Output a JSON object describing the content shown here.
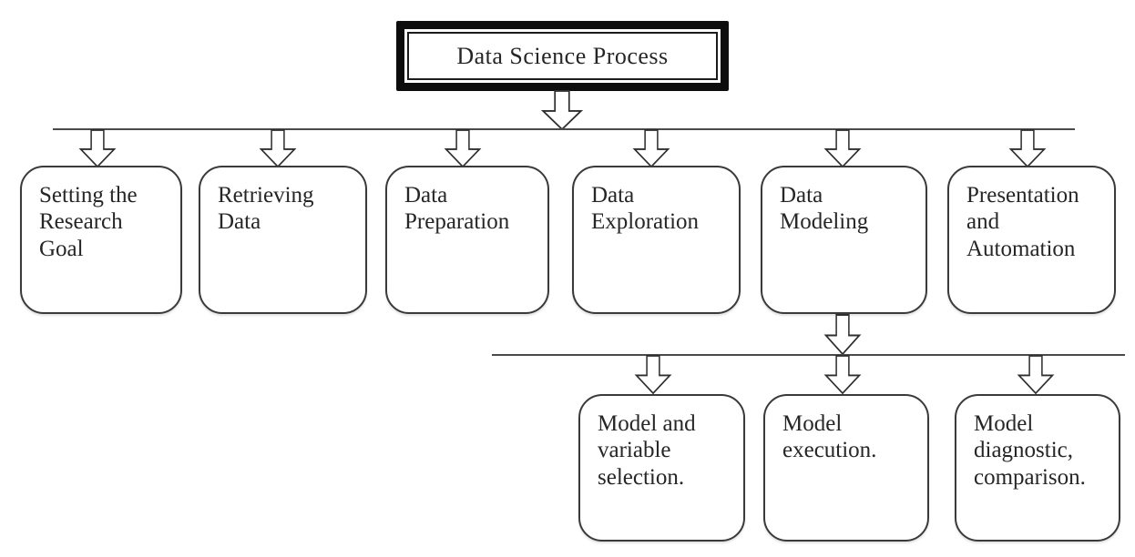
{
  "diagram": {
    "title": "Data Science Process",
    "colors": {
      "ink": "#262626",
      "frame": "#0d0d0d",
      "box_border": "#3a3a3a",
      "line": "#4a4a4a",
      "background": "#ffffff"
    },
    "level1": {
      "items": [
        {
          "label": "Setting the\nResearch\nGoal"
        },
        {
          "label": "Retrieving\nData"
        },
        {
          "label": "Data\nPreparation"
        },
        {
          "label": "Data\nExploration"
        },
        {
          "label": "Data\nModeling"
        },
        {
          "label": "Presentation\nand\nAutomation"
        }
      ]
    },
    "level2": {
      "items": [
        {
          "label": "Model and\nvariable\nselection."
        },
        {
          "label": "Model\nexecution."
        },
        {
          "label": "Model\ndiagnostic,\ncomparison."
        }
      ]
    }
  }
}
